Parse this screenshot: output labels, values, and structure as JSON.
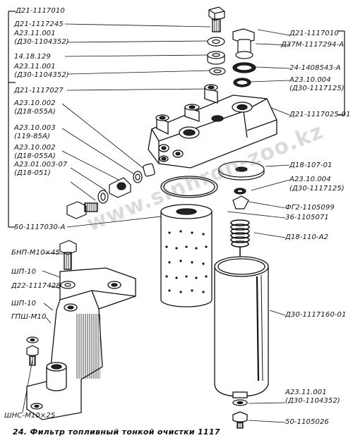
{
  "caption": "24. Фильтр топливный тонкой очистки   1117",
  "watermark": "www.sinhron-zoo.kz",
  "colors": {
    "ink": "#111111",
    "paper": "#ffffff",
    "watermark": "#8a8a8a"
  },
  "labels": {
    "l01": "Д21-1117010",
    "l02": "Д21-1117245",
    "l03": "А23.11.001",
    "l04": "(Д30-1104352)",
    "l05": "14.18.129",
    "l06": "А23.11.001",
    "l07": "(Д30-1104352)",
    "l08": "Д21-1117027",
    "l09": "А23.10.002",
    "l10": "(Д18-055А)",
    "l11": "А23.10.003",
    "l12": "(119-85А)",
    "l13": "А23.10.002",
    "l14": "(Д18-055А)",
    "l15": "А23.01.003-07",
    "l16": "(Д18-051)",
    "l17": "50-1117030-А",
    "l18": "БНП-М10×45",
    "l19": "ШП-10",
    "l20": "Д22-1117428",
    "l21": "ШП-10",
    "l22": "ГПШ-М10",
    "l23": "ШНС-М10×25",
    "r01": "Д21-1117010",
    "r02": "Д37М-1117294-А",
    "r03": "24-1408543-А",
    "r04": "А23.10.004",
    "r05": "(Д30-1117125)",
    "r06": "Д21-1117025-01",
    "r07": "Д18-107-01",
    "r08": "А23.10.004",
    "r09": "(Д30-1117125)",
    "r10": "ФГ2-1105099",
    "r11": "36-1105071",
    "r12": "Д18-110-А2",
    "r13": "Д30-1117160-01",
    "r14": "А23.11.001",
    "r15": "(Д30-1104352)",
    "r16": "50-1105026"
  }
}
